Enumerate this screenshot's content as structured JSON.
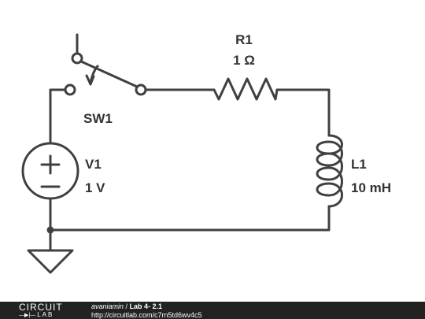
{
  "diagram": {
    "components": {
      "switch": {
        "ref": "SW1"
      },
      "resistor": {
        "ref": "R1",
        "value": "1 Ω"
      },
      "source": {
        "ref": "V1",
        "value": "1 V",
        "plus": "+",
        "minus": "−"
      },
      "inductor": {
        "ref": "L1",
        "value": "10 mH"
      }
    }
  },
  "footer": {
    "logo_top": "CIRCUIT",
    "logo_symbol": "—▶|—",
    "logo_bottom": "LAB",
    "author": "avaniamin",
    "separator": " / ",
    "title": "Lab 4- 2.1",
    "url": "http://circuitlab.com/c7rn5td6wv4c5"
  },
  "colors": {
    "wire": "#404040",
    "label": "#333333",
    "footer_bg": "#222222",
    "footer_text": "#ffffff"
  }
}
